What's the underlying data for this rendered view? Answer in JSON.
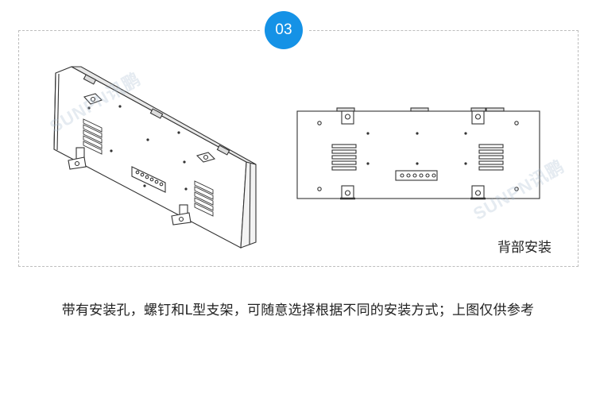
{
  "step": {
    "number": "03"
  },
  "rear_view": {
    "label": "背部安装"
  },
  "caption": "带有安装孔，螺钉和L型支架，可随意选择根据不同的安装方式；上图仅供参考",
  "watermark": {
    "text": "SUNPN讯鹏"
  },
  "colors": {
    "accent": "#1592e6",
    "line": "#333333",
    "border": "#bdbdbd"
  }
}
